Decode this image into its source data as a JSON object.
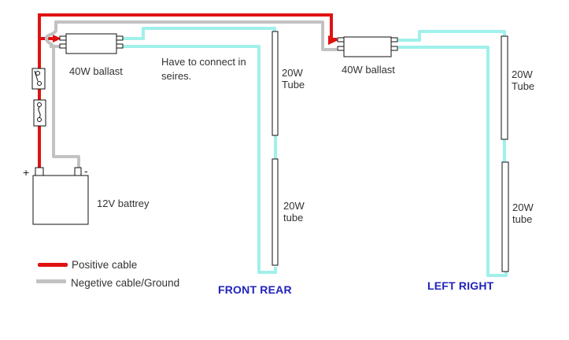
{
  "colors": {
    "positive": "#e01212",
    "negative": "#c2c2c2",
    "tube_wire": "#a0f0eb",
    "heading_blue": "#2222bb",
    "outline": "#000000"
  },
  "labels": {
    "ballast_left": "40W ballast",
    "ballast_right": "40W ballast",
    "note": "Have to connect in\nseires.",
    "tube_top_left": "20W\nTube",
    "tube_bottom_left": "20W\ntube",
    "tube_top_right": "20W\nTube",
    "tube_bottom_right": "20W\ntube",
    "battery": "12V battrey",
    "battery_plus": "+",
    "battery_minus": "-",
    "front_rear": "FRONT REAR",
    "left_right": "LEFT RIGHT"
  },
  "legend": {
    "positive_label": "Positive cable",
    "negative_label": "Negetive cable/Ground"
  }
}
